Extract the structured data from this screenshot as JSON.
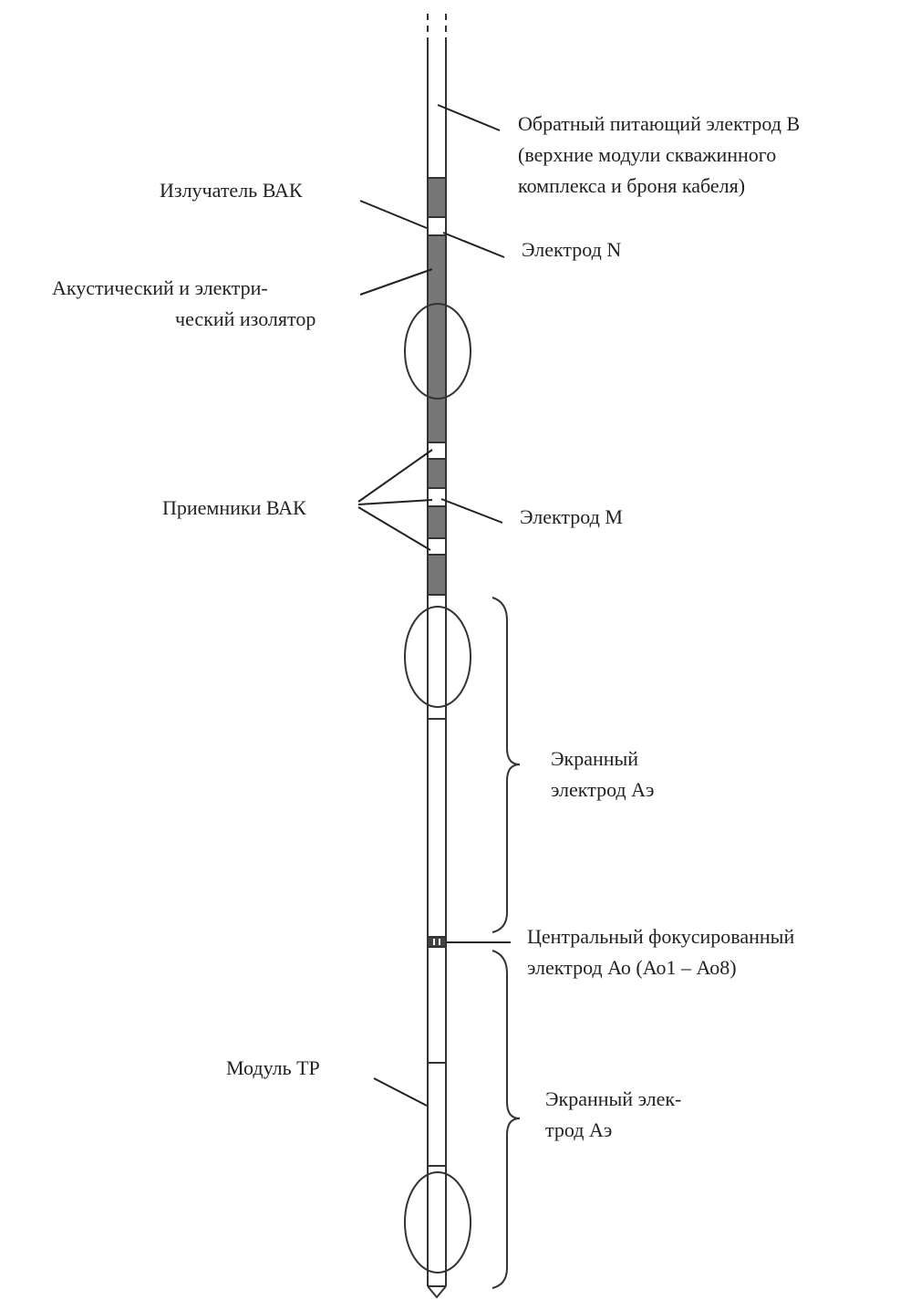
{
  "labels": {
    "return_electrode": [
      "Обратный питающий электрод B",
      "(верхние модули скважинного",
      "комплекса и броня кабеля)"
    ],
    "emitter": "Излучатель ВАК",
    "electrode_n": "Электрод N",
    "isolator": [
      "Акустический и электри-",
      "ческий изолятор"
    ],
    "receivers": "Приемники ВАК",
    "electrode_m": "Электрод M",
    "screen_upper": [
      "Экранный",
      "электрод Аэ"
    ],
    "central": [
      "Центральный фокусированный",
      "электрод Ао (Ао1 – Ао8)"
    ],
    "module_tr": "Модуль ТР",
    "screen_lower": [
      "Экранный элек-",
      "трод Аэ"
    ]
  },
  "colors": {
    "dark_section": "#777777",
    "line": "#333333"
  }
}
